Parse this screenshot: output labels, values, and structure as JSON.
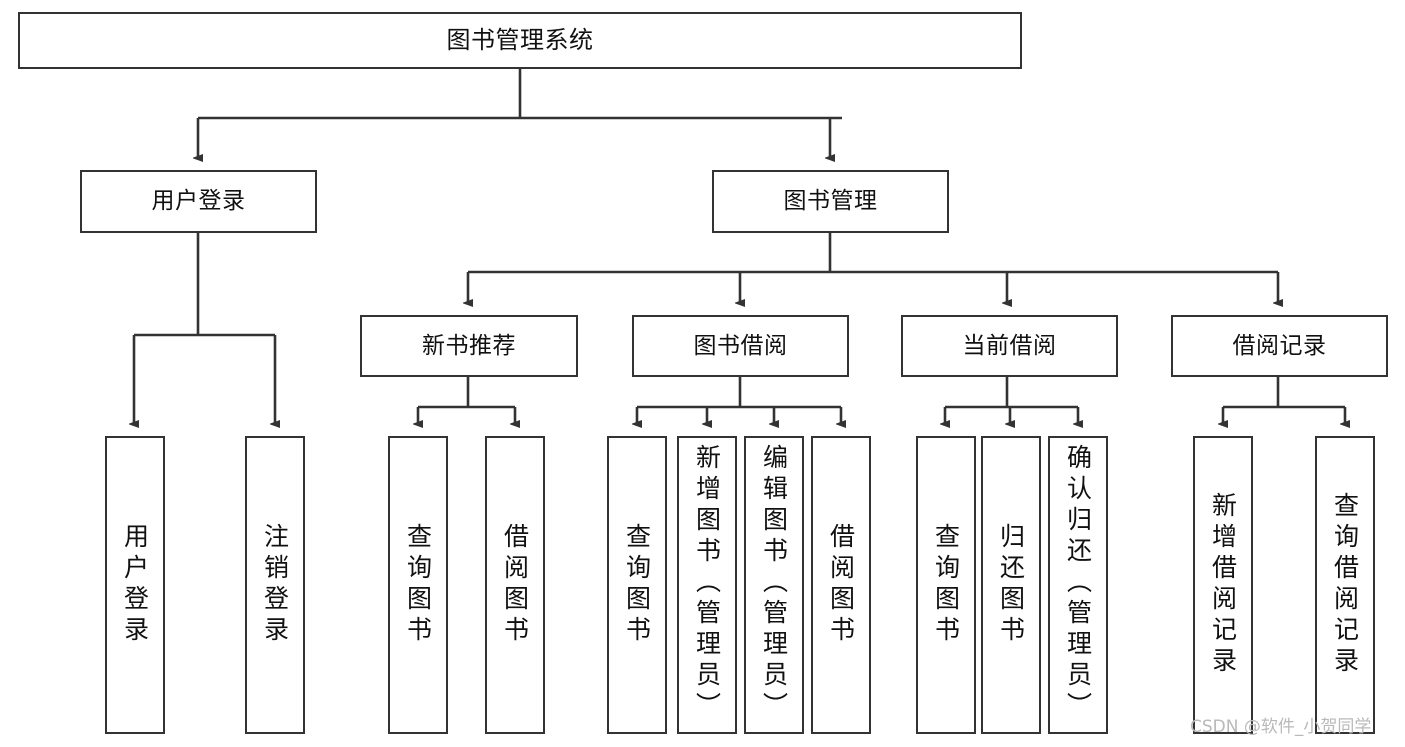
{
  "diagram": {
    "title": "图书管理系统",
    "type": "tree-hierarchy-chart",
    "colors": {
      "background": "#ffffff",
      "line": "#333333",
      "box_border": "#333333",
      "text": "#111111",
      "watermark": "#b9b9b9"
    },
    "root": {
      "label": "图书管理系统"
    },
    "level1": [
      {
        "label": "用户登录"
      },
      {
        "label": "图书管理"
      }
    ],
    "level2": [
      {
        "label": "新书推荐"
      },
      {
        "label": "图书借阅"
      },
      {
        "label": "当前借阅"
      },
      {
        "label": "借阅记录"
      }
    ],
    "leaves": {
      "user_login": [
        {
          "label": "用户登录"
        },
        {
          "label": "注销登录"
        }
      ],
      "new_book_recommend": [
        {
          "label": "查询图书"
        },
        {
          "label": "借阅图书"
        }
      ],
      "book_borrow": [
        {
          "label": "查询图书"
        },
        {
          "label": "新增图书（管理员）"
        },
        {
          "label": "编辑图书（管理员）"
        },
        {
          "label": "借阅图书"
        }
      ],
      "current_borrow": [
        {
          "label": "查询图书"
        },
        {
          "label": "归还图书"
        },
        {
          "label": "确认归还（管理员）"
        }
      ],
      "borrow_record": [
        {
          "label": "新增借阅记录"
        },
        {
          "label": "查询借阅记录"
        }
      ]
    }
  },
  "watermark": {
    "text": "CSDN @软件_小贺同学"
  }
}
